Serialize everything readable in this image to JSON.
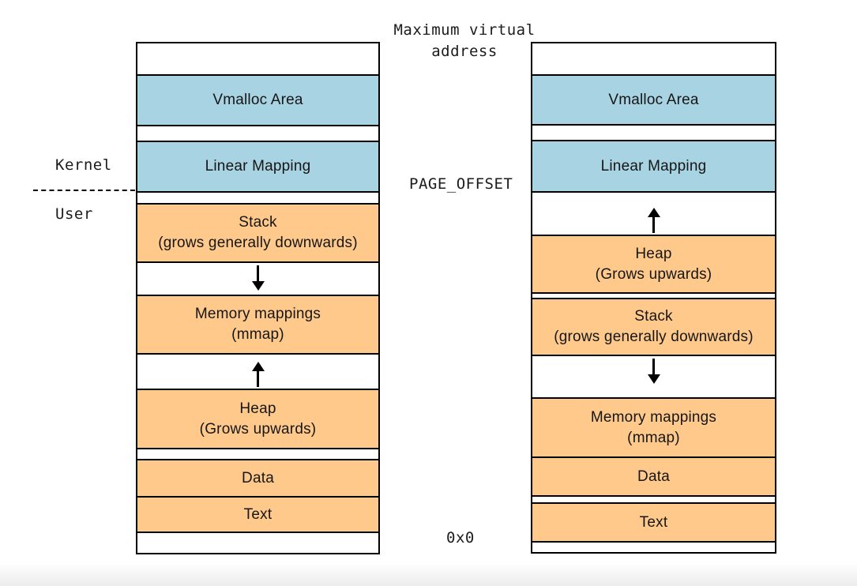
{
  "annotations": {
    "max_virtual_address": "Maximum virtual\naddress",
    "page_offset": "PAGE_OFFSET",
    "zero_address": "0x0",
    "kernel_side": "Kernel",
    "user_side": "User"
  },
  "left_layout": {
    "vmalloc": "Vmalloc Area",
    "linear_mapping": "Linear Mapping",
    "stack": "Stack\n(grows generally downwards)",
    "memory_mappings": "Memory mappings\n(mmap)",
    "heap": "Heap\n(Grows upwards)",
    "data": "Data",
    "text": "Text"
  },
  "right_layout": {
    "vmalloc": "Vmalloc Area",
    "linear_mapping": "Linear Mapping",
    "heap": "Heap\n(Grows upwards)",
    "stack": "Stack\n(grows generally downwards)",
    "memory_mappings": "Memory mappings\n(mmap)",
    "data": "Data",
    "text": "Text"
  },
  "colors": {
    "kernel_space_fill": "#A8D3E2",
    "user_space_fill": "#FEC98B",
    "line": "#000000"
  }
}
